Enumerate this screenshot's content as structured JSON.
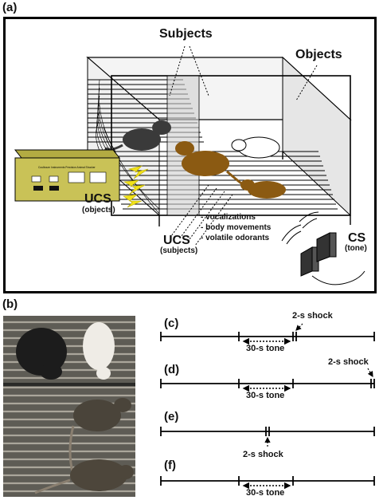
{
  "panels": {
    "a": "(a)",
    "b": "(b)",
    "c": "(c)",
    "d": "(d)",
    "e": "(e)",
    "f": "(f)"
  },
  "diagram_a": {
    "subjects_label": "Subjects",
    "objects_label": "Objects",
    "ucs_objects": "UCS",
    "ucs_objects_sub": "(objects)",
    "ucs_subjects": "UCS",
    "ucs_subjects_sub": "(subjects)",
    "cs_label": "CS",
    "cs_sub": "(tone)",
    "cues": [
      "- vocalizations",
      "- body movements",
      "- volatile odorants"
    ],
    "shocker_text": "Coulbourn Instruments Precision Animal Shocker",
    "colors": {
      "shocker": "#c9c257",
      "cage_side": "#e6e6e6",
      "rat_dark": "#3a3a3a",
      "rat_brown": "#8b5a12",
      "bolt": "#f2e21a"
    }
  },
  "timelines": {
    "c": {
      "shock_label": "2-s shock",
      "tone_label": "30-s tone"
    },
    "d": {
      "shock_label": "2-s shock",
      "tone_label": "30-s tone"
    },
    "e": {
      "shock_label": "2-s shock"
    },
    "f": {
      "tone_label": "30-s tone"
    }
  }
}
